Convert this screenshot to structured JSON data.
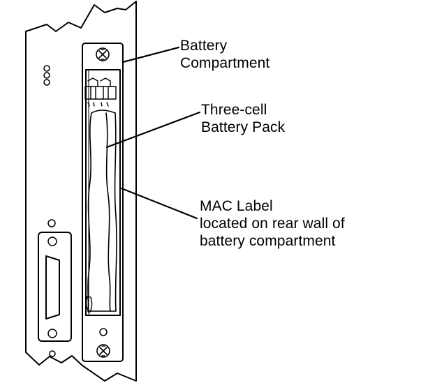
{
  "diagram": {
    "callouts": {
      "battery_compartment": {
        "line1": "Battery",
        "line2": "Compartment"
      },
      "battery_pack": {
        "line1": "Three-cell",
        "line2": "Battery Pack"
      },
      "mac_label": {
        "line1": "MAC Label",
        "line2": "located on rear wall of",
        "line3": "battery compartment"
      }
    },
    "colors": {
      "ink": "#000000",
      "background": "#ffffff"
    }
  }
}
